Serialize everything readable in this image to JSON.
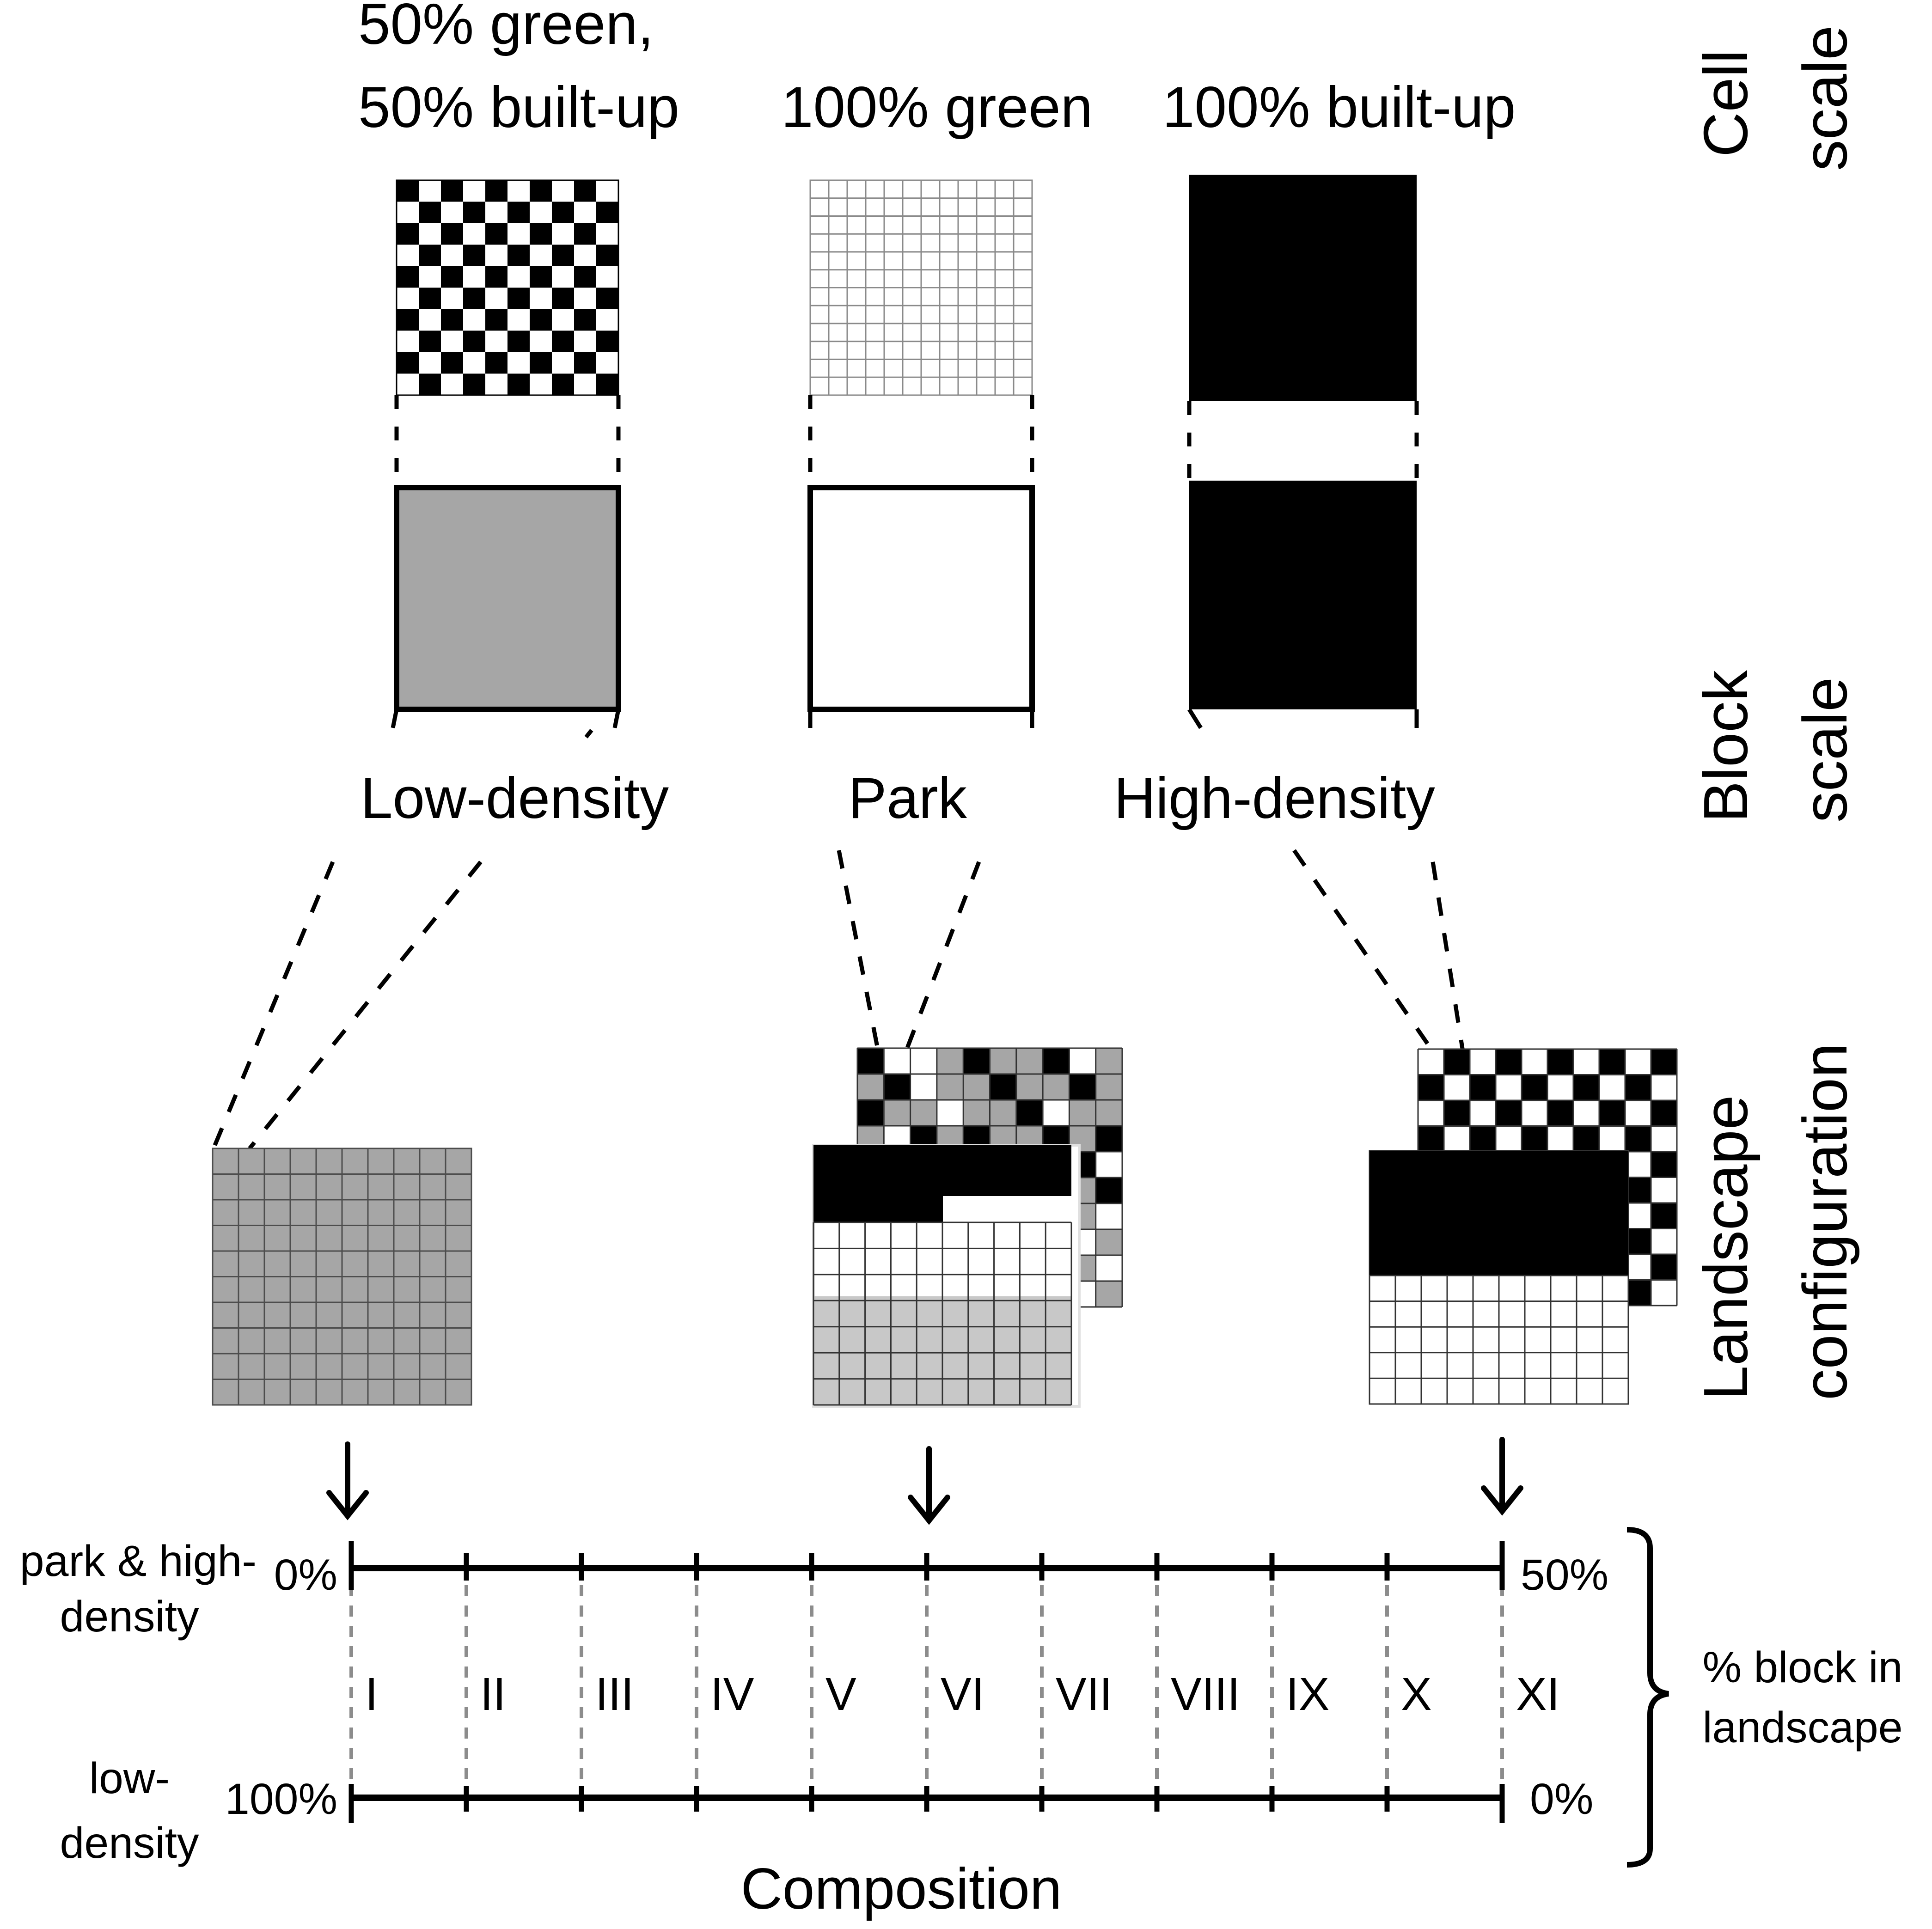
{
  "cell_scale": {
    "label_line1": "Cell",
    "label_line2": "scale",
    "items": [
      {
        "caption_line1": "50% green,",
        "caption_line2": "50% built-up",
        "pattern": "checker"
      },
      {
        "caption_line1": "",
        "caption_line2": "100% green",
        "pattern": "white-grid"
      },
      {
        "caption_line1": "",
        "caption_line2": "100% built-up",
        "pattern": "solid-black"
      }
    ]
  },
  "block_scale": {
    "label_line1": "Block",
    "label_line2": "scale",
    "items": [
      {
        "label": "Low-density",
        "fill": "#a6a6a6"
      },
      {
        "label": "Park",
        "fill": "#ffffff"
      },
      {
        "label": "High-density",
        "fill": "#000000"
      }
    ]
  },
  "landscape": {
    "label_line1": "Landscape",
    "label_line2": "configuration"
  },
  "composition": {
    "title": "Composition",
    "top_axis": {
      "label_line1": "park & high-",
      "label_line2": "density",
      "start": "0%",
      "end": "50%"
    },
    "bottom_axis": {
      "label_line1": "low-",
      "label_line2": "density",
      "start": "100%",
      "end": "0%"
    },
    "numerals": [
      "I",
      "II",
      "III",
      "IV",
      "V",
      "VI",
      "VII",
      "VIII",
      "IX",
      "X",
      "XI"
    ],
    "brace_label_line1": "% block in",
    "brace_label_line2": "landscape"
  },
  "colors": {
    "black": "#000000",
    "grey": "#a6a6a6",
    "light_grey": "#c8c8c8",
    "dashed_grey": "#8c8c8c",
    "grid_line": "#7f7f7f"
  }
}
